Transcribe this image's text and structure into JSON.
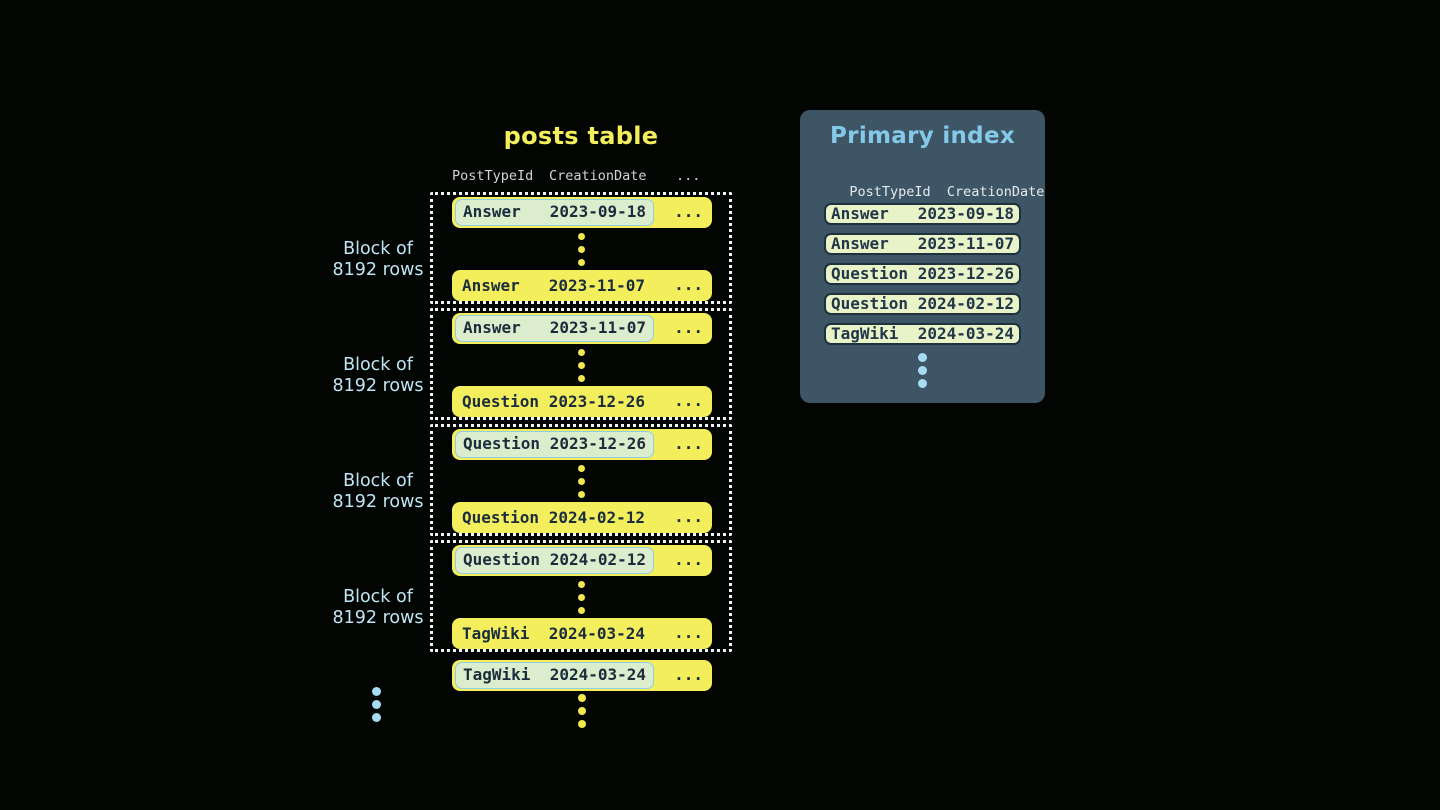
{
  "colors": {
    "background": "#030503",
    "yellow": "#f3ee5c",
    "row_text": "#1b2c3c",
    "pill_bg": "#dcedcd",
    "pill_border": "#90cde2",
    "dotted_border": "#eef6f9",
    "label_blue": "#bfe6f5",
    "header_gray": "#ccd5da",
    "panel_bg": "#3e5565",
    "panel_title": "#84c9e8",
    "panel_header": "#e4ebf0",
    "panel_row_bg": "#e9f3c8",
    "panel_row_border": "#20313e",
    "panel_row_text": "#22364a",
    "blue_dot": "#a7dcf2",
    "yellow_dot": "#f1e94d"
  },
  "posts_table": {
    "title": "posts table",
    "columns": [
      "PostTypeId",
      "CreationDate"
    ],
    "columns_more": "...",
    "ellipsis": "...",
    "blocks": [
      {
        "label_line1": "Block of",
        "label_line2": "8192 rows",
        "first_type": "Answer",
        "first_date": "2023-09-18",
        "last_type": "Answer",
        "last_date": "2023-11-07"
      },
      {
        "label_line1": "Block of",
        "label_line2": "8192 rows",
        "first_type": "Answer",
        "first_date": "2023-11-07",
        "last_type": "Question",
        "last_date": "2023-12-26"
      },
      {
        "label_line1": "Block of",
        "label_line2": "8192 rows",
        "first_type": "Question",
        "first_date": "2023-12-26",
        "last_type": "Question",
        "last_date": "2024-02-12"
      },
      {
        "label_line1": "Block of",
        "label_line2": "8192 rows",
        "first_type": "Question",
        "first_date": "2024-02-12",
        "last_type": "TagWiki",
        "last_date": "2024-03-24"
      }
    ],
    "overflow_row": {
      "type": "TagWiki",
      "date": "2024-03-24"
    }
  },
  "primary_index": {
    "title": "Primary index",
    "columns": [
      "PostTypeId",
      "CreationDate"
    ],
    "rows": [
      {
        "type": "Answer",
        "date": "2023-09-18"
      },
      {
        "type": "Answer",
        "date": "2023-11-07"
      },
      {
        "type": "Question",
        "date": "2023-12-26"
      },
      {
        "type": "Question",
        "date": "2024-02-12"
      },
      {
        "type": "TagWiki",
        "date": "2024-03-24"
      }
    ]
  }
}
